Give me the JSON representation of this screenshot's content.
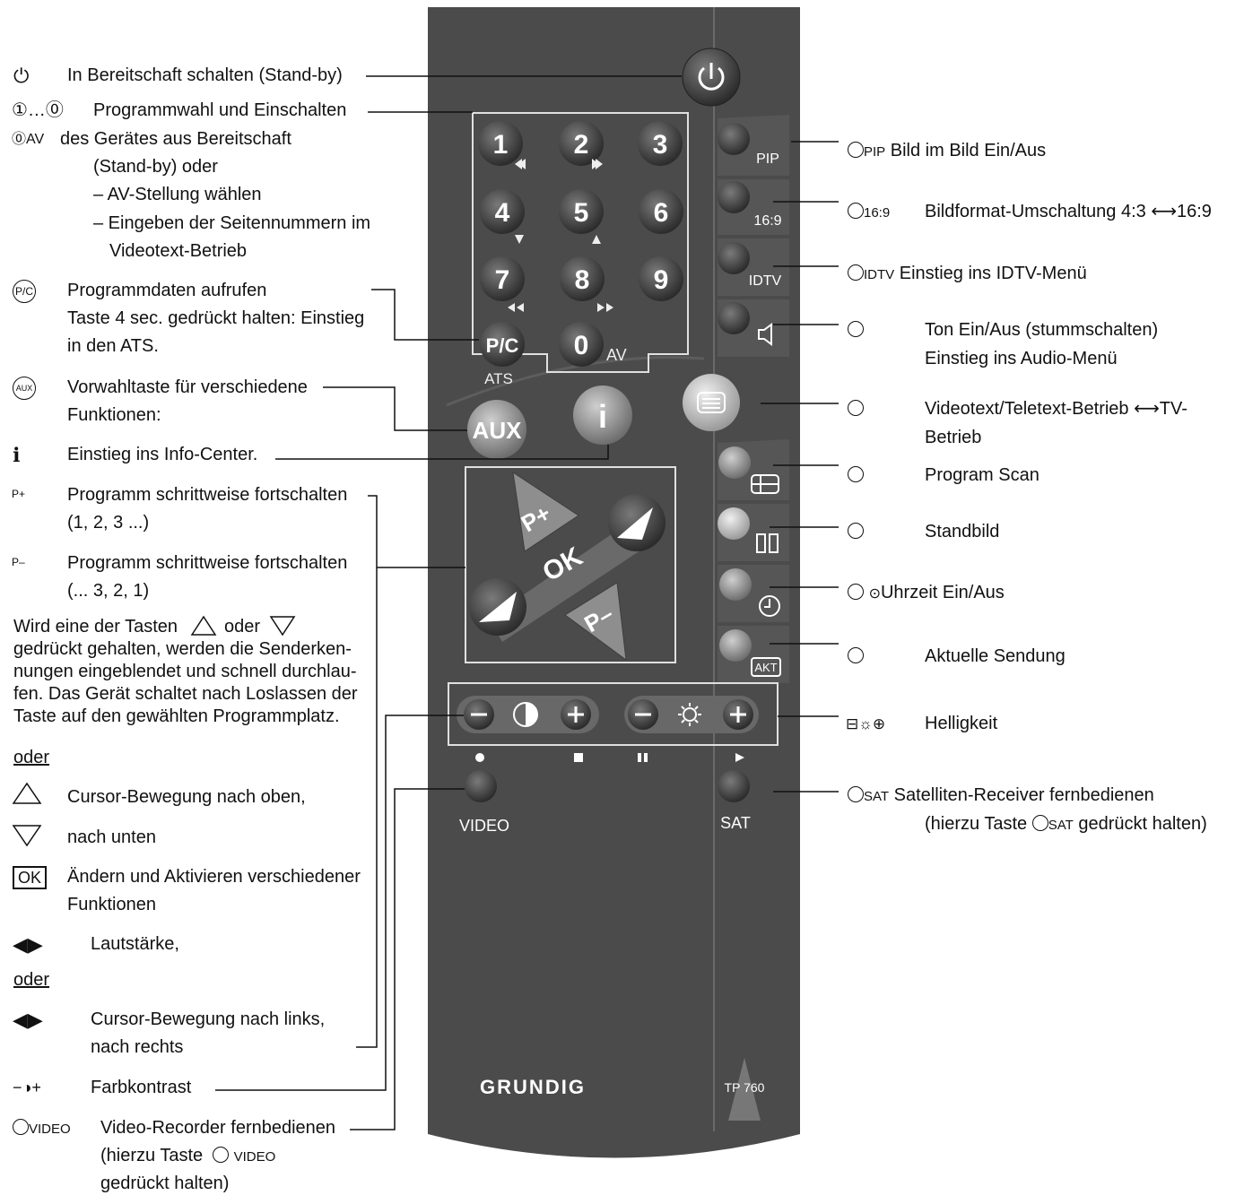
{
  "remote": {
    "brand": "GRUNDIG",
    "model": "TP 760",
    "keys": {
      "n1": "1",
      "n2": "2",
      "n3": "3",
      "n4": "4",
      "n5": "5",
      "n6": "6",
      "n7": "7",
      "n8": "8",
      "n9": "9",
      "n0": "0",
      "av": "AV",
      "pc": "P/C",
      "ats": "ATS",
      "aux": "AUX",
      "info": "i",
      "pip": "PIP",
      "r169": "16:9",
      "idtv": "IDTV",
      "pplus": "P+",
      "pminus": "P–",
      "ok": "OK",
      "video": "VIDEO",
      "sat": "SAT",
      "akt": "AKT"
    }
  },
  "left": {
    "standby": {
      "icon": "⏻",
      "text": "In Bereitschaft schalten (Stand-by)"
    },
    "progsel": {
      "icon": "①…⓪",
      "line1": "Programmwahl und Einschalten",
      "icon2": "⓪AV",
      "line2": "des Gerätes aus Bereitschaft",
      "line3": "(Stand-by) oder",
      "line4": "– AV-Stellung wählen",
      "line5": "– Eingeben der Seitennummern im",
      "line6": "Videotext-Betrieb"
    },
    "pc": {
      "icon": "P/C",
      "line1": "Programmdaten aufrufen",
      "line2": "Taste 4 sec. gedrückt halten: Einstieg",
      "line3": "in den ATS."
    },
    "aux": {
      "icon": "AUX",
      "line1": "Vorwahltaste für verschiedene",
      "line2": "Funktionen:"
    },
    "info": {
      "icon": "ℹ",
      "text": "Einstieg ins Info-Center."
    },
    "pplus": {
      "icon": "P+",
      "line1": "Programm schrittweise fortschalten",
      "line2": "(1, 2, 3 ...)"
    },
    "pminus": {
      "icon": "P–",
      "line1": "Programm schrittweise fortschalten",
      "line2": "(... 3, 2, 1)"
    },
    "para": {
      "l1a": "Wird eine der Tasten",
      "l1b": "oder",
      "l2": "gedrückt gehalten, werden die Senderken-",
      "l3": "nungen eingeblendet und schnell durchlau-",
      "l4": "fen. Das Gerät schaltet nach Loslassen der",
      "l5": "Taste auf den gewählten Programmplatz."
    },
    "oder1": "oder",
    "cursor_up": "Cursor-Bewegung nach oben,",
    "cursor_down": "nach unten",
    "ok": {
      "icon": "OK",
      "line1": "Ändern und Aktivieren verschiedener",
      "line2": "Funktionen"
    },
    "volume": {
      "icon": "◀▶",
      "text": "Lautstärke,"
    },
    "oder2": "oder",
    "cursor_lr": {
      "icon": "◀▶",
      "line1": "Cursor-Bewegung nach links,",
      "line2": "nach rechts"
    },
    "contrast": {
      "icon": "−◑+",
      "text": "Farbkontrast"
    },
    "video": {
      "icon": "VIDEO",
      "line1": "Video-Recorder fernbedienen",
      "line2a": "(hierzu Taste",
      "line2b": "VIDEO",
      "line3": "gedrückt halten)"
    }
  },
  "right": {
    "pip": {
      "icon": "PIP",
      "text": "Bild im Bild Ein/Aus"
    },
    "r169": {
      "icon": "16:9",
      "text": "Bildformat-Umschaltung 4:3 ⟷16:9"
    },
    "idtv": {
      "icon": "IDTV",
      "text": "Einstieg ins IDTV-Menü"
    },
    "mute": {
      "line1": "Ton Ein/Aus (stummschalten)",
      "line2": "Einstieg ins Audio-Menü"
    },
    "teletext": {
      "line1": "Videotext/Teletext-Betrieb ⟷TV-",
      "line2": "Betrieb"
    },
    "scan": "Program Scan",
    "still": "Standbild",
    "clock": "Uhrzeit Ein/Aus",
    "current": "Aktuelle Sendung",
    "brightness": "Helligkeit",
    "sat": {
      "icon": "SAT",
      "line1": "Satelliten-Receiver fernbedienen",
      "line2a": "(hierzu Taste",
      "line2b": "SAT",
      "line2c": "gedrückt halten)"
    }
  }
}
